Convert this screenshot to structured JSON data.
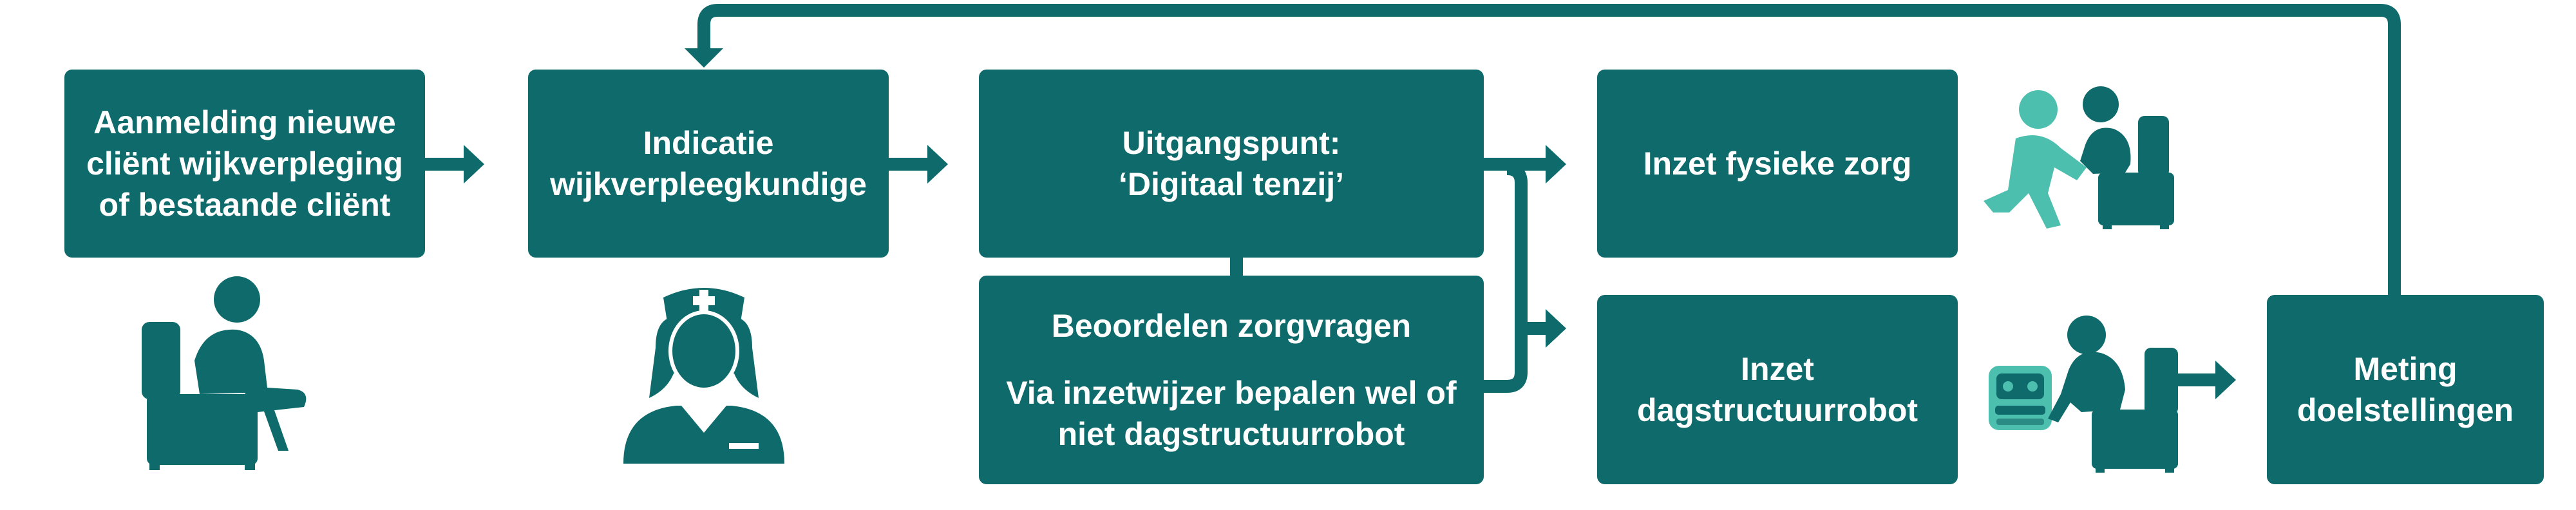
{
  "boxes": {
    "aanmelding": "Aanmelding nieuwe\ncliënt wijkverpleging\nof bestaande cliënt",
    "indicatie": "Indicatie\nwijkverpleegkundige",
    "uitgangspunt": "Uitgangspunt:\n‘Digitaal tenzij’",
    "beoordelen_title": "Beoordelen zorgvragen",
    "beoordelen_body": "Via inzetwijzer bepalen wel of\nniet dagstructuurrobot",
    "fysieke_zorg": "Inzet fysieke zorg",
    "dagstructuurrobot": "Inzet\ndagstructuurrobot",
    "meting": "Meting\ndoelstellingen"
  },
  "colors": {
    "box": "#0f6b6b",
    "text": "#ffffff",
    "accent_figure": "#4dbfae"
  },
  "icons": [
    "client-in-chair-icon",
    "nurse-icon",
    "caregiver-helping-client-icon",
    "robot-with-client-icon"
  ]
}
